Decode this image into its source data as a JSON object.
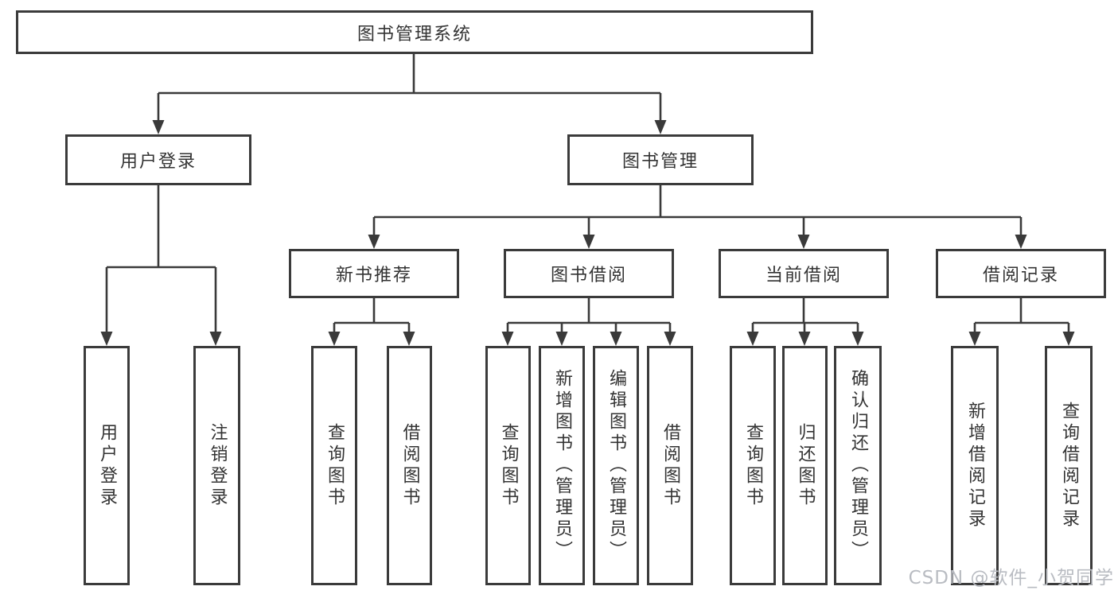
{
  "diagram": {
    "type": "org-tree",
    "line_color": "#3a3a3a",
    "box_border_color": "#3b3b3b",
    "text_color": "#333333",
    "root": {
      "label": "图书管理系统",
      "children": [
        {
          "label": "用户登录",
          "children": [
            {
              "label": "用户登录"
            },
            {
              "label": "注销登录"
            }
          ]
        },
        {
          "label": "图书管理",
          "children": [
            {
              "label": "新书推荐",
              "children": [
                {
                  "label": "查询图书"
                },
                {
                  "label": "借阅图书"
                }
              ]
            },
            {
              "label": "图书借阅",
              "children": [
                {
                  "label": "查询图书"
                },
                {
                  "label": "新增图书（管理员）"
                },
                {
                  "label": "编辑图书（管理员）"
                },
                {
                  "label": "借阅图书"
                }
              ]
            },
            {
              "label": "当前借阅",
              "children": [
                {
                  "label": "查询图书"
                },
                {
                  "label": "归还图书"
                },
                {
                  "label": "确认归还（管理员）"
                }
              ]
            },
            {
              "label": "借阅记录",
              "children": [
                {
                  "label": "新增借阅记录"
                },
                {
                  "label": "查询借阅记录"
                }
              ]
            }
          ]
        }
      ]
    }
  },
  "watermark": {
    "text": "CSDN @软件_小贺同学"
  }
}
